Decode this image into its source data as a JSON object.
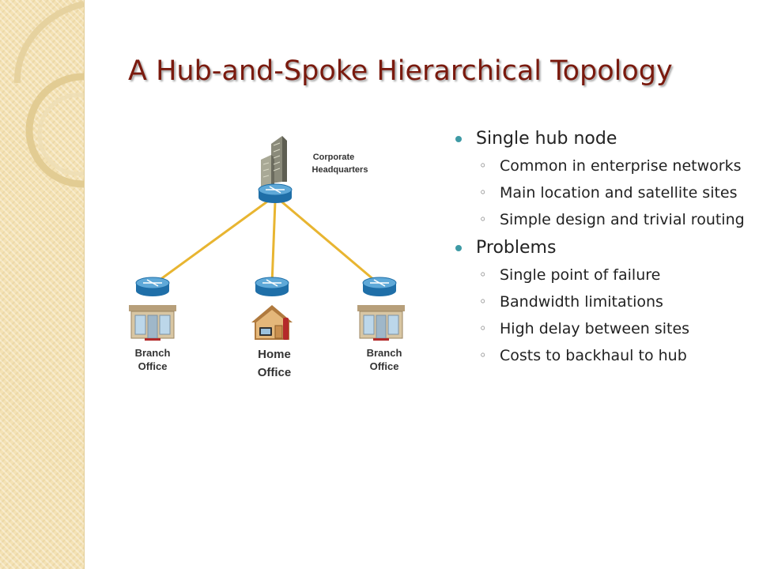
{
  "slide": {
    "title": "A Hub-and-Spoke Hierarchical Topology",
    "accent_color": "#7a1a0e",
    "bullet_color": "#3e9aa5",
    "link_color": "#e8b531"
  },
  "diagram": {
    "hub": {
      "label_line1": "Corporate",
      "label_line2": "Headquarters",
      "icon": "office-tower-icon"
    },
    "spokes": [
      {
        "label_line1": "Branch",
        "label_line2": "Office",
        "icon": "storefront-icon"
      },
      {
        "label_line1": "Home",
        "label_line2": "Office",
        "icon": "house-icon"
      },
      {
        "label_line1": "Branch",
        "label_line2": "Office",
        "icon": "storefront-icon"
      }
    ],
    "router_icon": "router-icon"
  },
  "bullets": [
    {
      "text": "Single hub node",
      "sub": [
        "Common in enterprise networks",
        "Main location and satellite sites",
        "Simple design and trivial routing"
      ]
    },
    {
      "text": "Problems",
      "sub": [
        "Single point of failure",
        "Bandwidth limitations",
        "High delay between sites",
        "Costs to backhaul to hub"
      ]
    }
  ]
}
